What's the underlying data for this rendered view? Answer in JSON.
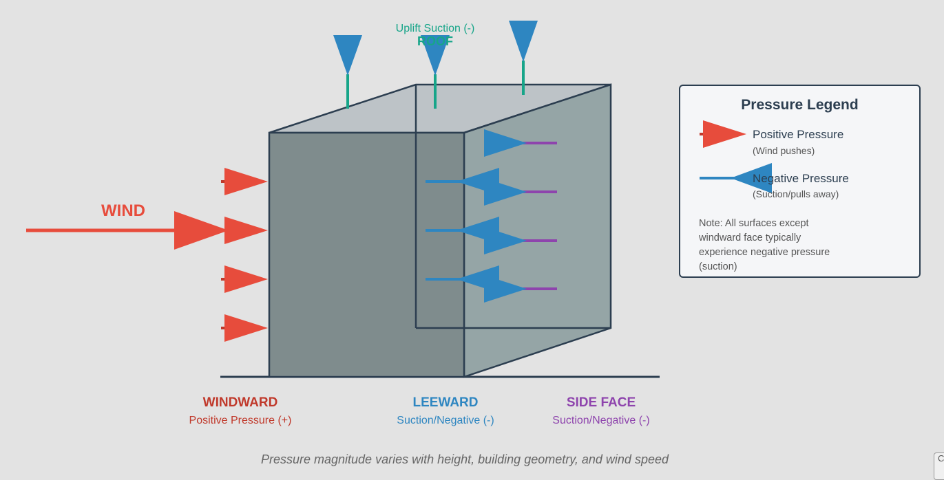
{
  "wind_label": "WIND",
  "roof": {
    "title": "ROOF",
    "uplift": "Uplift Suction (-)"
  },
  "faces": {
    "windward": {
      "title": "WINDWARD",
      "subtitle": "Positive Pressure (+)"
    },
    "leeward": {
      "title": "LEEWARD",
      "subtitle": "Suction/Negative (-)"
    },
    "side": {
      "title": "SIDE FACE",
      "subtitle": "Suction/Negative (-)"
    }
  },
  "legend": {
    "title": "Pressure Legend",
    "positive": {
      "label": "Positive Pressure",
      "sub": "(Wind pushes)"
    },
    "negative": {
      "label": "Negative Pressure",
      "sub": "(Suction/pulls away)"
    },
    "note": "Note: All surfaces except windward face typically experience negative pressure (suction)"
  },
  "caption": "Pressure magnitude varies with height, building geometry, and wind speed",
  "corner_widget_text": "C",
  "colors": {
    "positive": "#e74c3c",
    "negative": "#2e86c1",
    "side": "#8e44ad",
    "roof": "#17a589",
    "outline": "#2c3e50",
    "front_face": "#7f8c8d",
    "side_face": "#95a5a6",
    "roof_face": "#bdc3c7"
  }
}
